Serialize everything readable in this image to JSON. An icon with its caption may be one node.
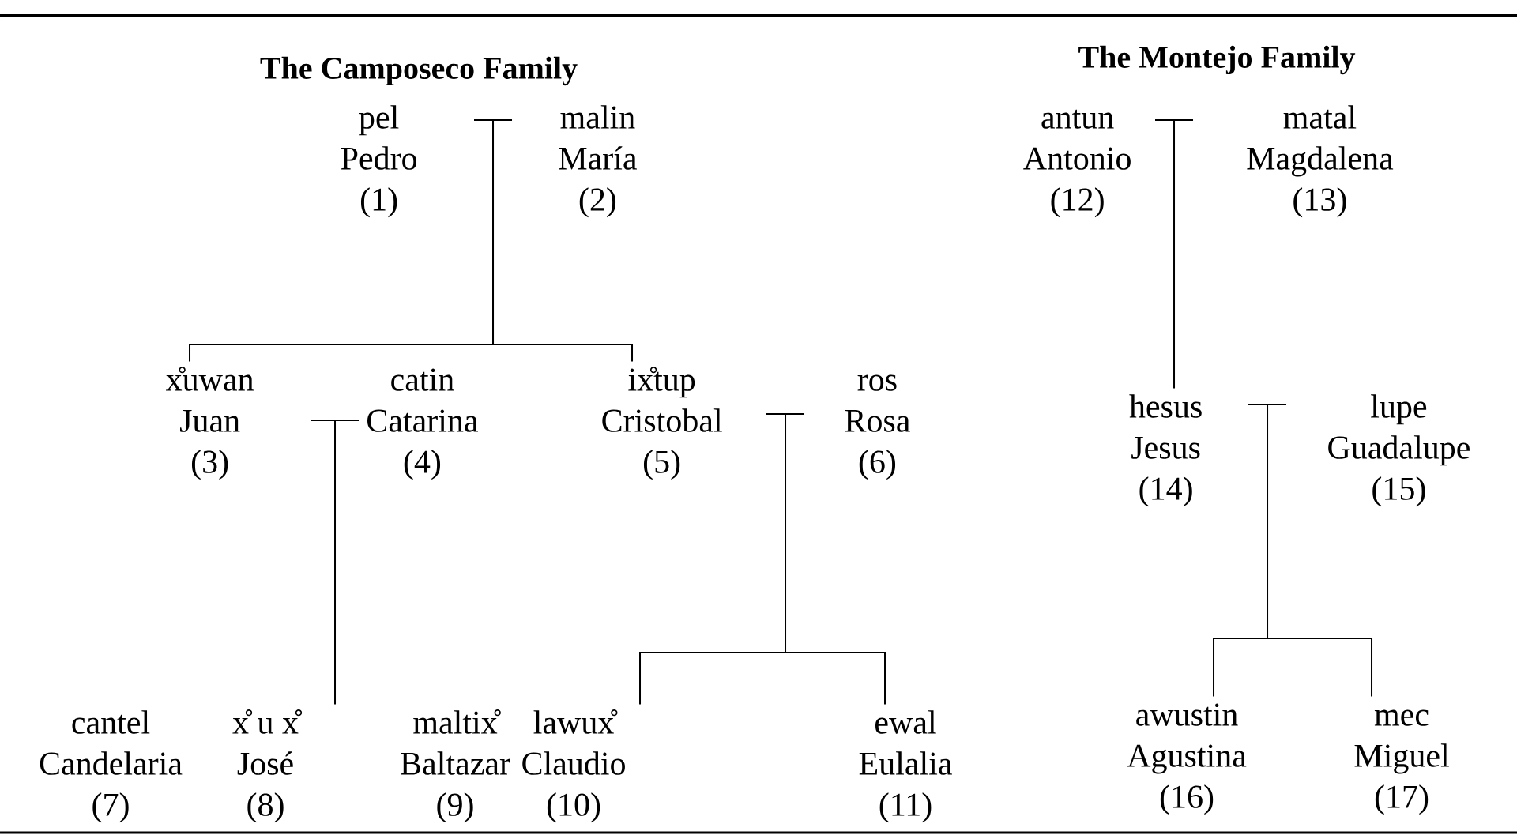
{
  "diagram": {
    "nodes": [
      {
        "text": [
          "pel",
          "Pedro",
          "(1)"
        ]
      },
      {
        "text": [
          "malin",
          "María",
          "(2)"
        ]
      },
      {
        "text": [
          "x̊uwan",
          "Juan",
          "(3)"
        ]
      },
      {
        "text": [
          "catin",
          "Catarina",
          "(4)"
        ]
      },
      {
        "text": [
          "ix̊tup",
          "Cristobal",
          "(5)"
        ]
      },
      {
        "text": [
          "ros",
          "Rosa",
          "(6)"
        ]
      },
      {
        "text": [
          "cantel",
          "Candelaria",
          "(7)"
        ]
      },
      {
        "text": [
          "x̊ u x̊",
          "José",
          "(8)"
        ]
      },
      {
        "text": [
          "maltix̊",
          "Baltazar",
          "(9)"
        ]
      },
      {
        "text": [
          "lawux̊",
          "Claudio",
          "(10)"
        ]
      },
      {
        "text": [
          "ewal",
          "Eulalia",
          "(11)"
        ]
      },
      {
        "text": [
          "antun",
          "Antonio",
          "(12)"
        ]
      },
      {
        "text": [
          "matal",
          "Magdalena",
          "(13)"
        ]
      },
      {
        "text": [
          "hesus",
          "Jesus",
          "(14)"
        ]
      },
      {
        "text": [
          "lupe",
          "Guadalupe",
          "(15)"
        ]
      },
      {
        "text": [
          "awustin",
          "Agustina",
          "(16)"
        ]
      },
      {
        "text": [
          "mec",
          "Miguel",
          "(17)"
        ]
      }
    ],
    "edges": [
      {
        "from": 0,
        "to": 1,
        "arrow": "none"
      },
      {
        "from": 0,
        "to": 2,
        "arrow": "none"
      },
      {
        "from": 0,
        "to": 4,
        "arrow": "none"
      },
      {
        "from": 2,
        "to": 3,
        "arrow": "none"
      },
      {
        "from": 2,
        "to": 7,
        "arrow": "none"
      },
      {
        "from": 4,
        "to": 5,
        "arrow": "none"
      },
      {
        "from": 4,
        "to": 9,
        "arrow": "none"
      },
      {
        "from": 4,
        "to": 10,
        "arrow": "none"
      },
      {
        "from": 11,
        "to": 12,
        "arrow": "none"
      },
      {
        "from": 11,
        "to": 13,
        "arrow": "none"
      },
      {
        "from": 13,
        "to": 14,
        "arrow": "none"
      },
      {
        "from": 13,
        "to": 15,
        "arrow": "none"
      },
      {
        "from": 13,
        "to": 16,
        "arrow": "none"
      }
    ],
    "labels": [
      "The Camposeco Family",
      "The Montejo Family"
    ]
  }
}
